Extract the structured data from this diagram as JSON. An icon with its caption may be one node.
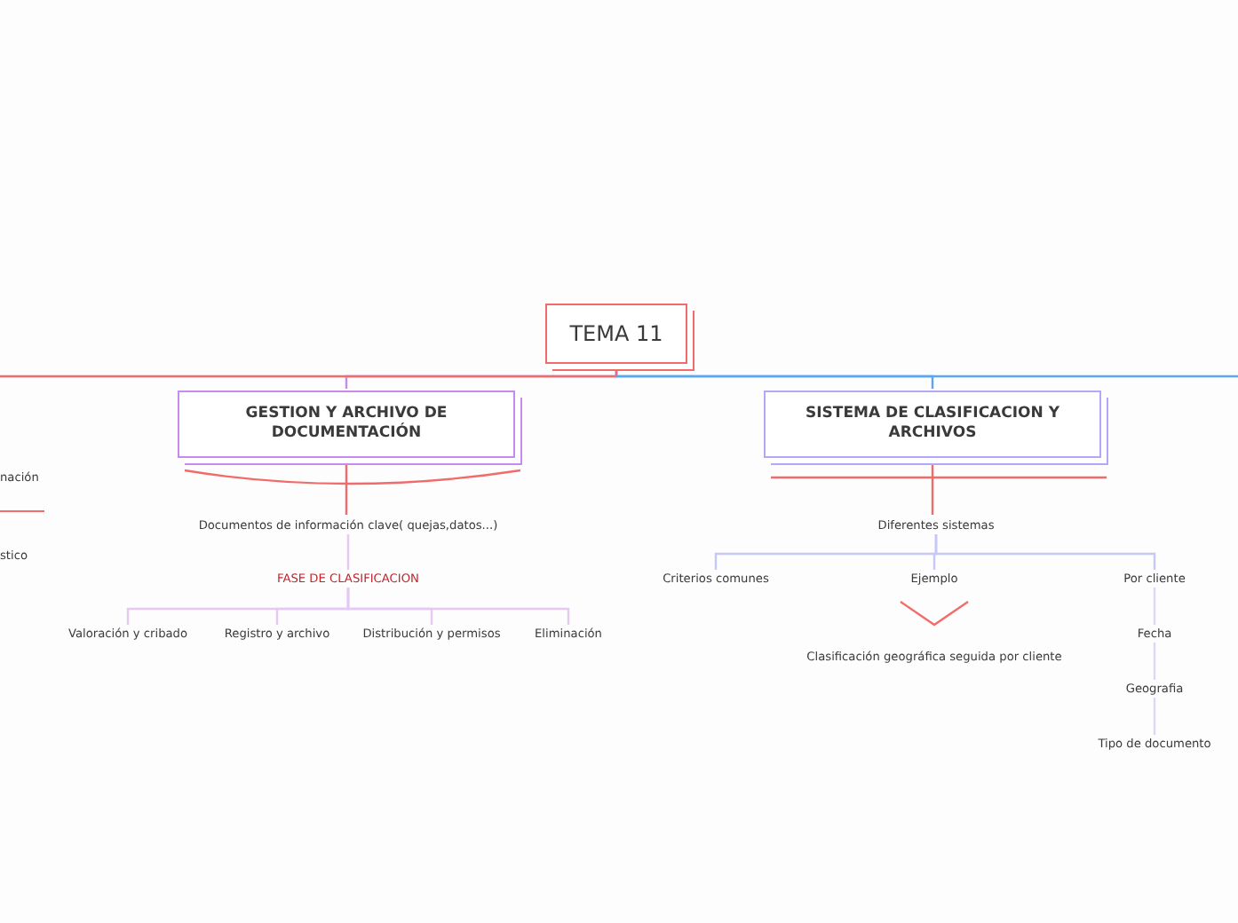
{
  "diagram": {
    "nodes": [
      {
        "text": [
          "TEMA 11"
        ]
      },
      {
        "text": [
          "GESTION Y ARCHIVO DE DOCUMENTACIÓN"
        ]
      },
      {
        "text": [
          "SISTEMA DE CLASIFICACION Y ARCHIVOS"
        ]
      },
      {
        "text": [
          "Documentos de información clave( quejas,datos...)"
        ]
      },
      {
        "text": [
          "FASE DE CLASIFICACION"
        ]
      },
      {
        "text": [
          "Valoración y cribado"
        ]
      },
      {
        "text": [
          "Registro y archivo"
        ]
      },
      {
        "text": [
          "Distribución y permisos"
        ]
      },
      {
        "text": [
          "Eliminación"
        ]
      },
      {
        "text": [
          "Diferentes sistemas"
        ]
      },
      {
        "text": [
          "Criterios comunes"
        ]
      },
      {
        "text": [
          "Ejemplo"
        ]
      },
      {
        "text": [
          "Clasificación geográfica seguida por cliente"
        ]
      },
      {
        "text": [
          "Por cliente"
        ]
      },
      {
        "text": [
          "Fecha"
        ]
      },
      {
        "text": [
          "Geografia"
        ]
      },
      {
        "text": [
          "Tipo de documento"
        ]
      }
    ],
    "edges": [
      {
        "from": 0,
        "to": 1,
        "arrow": "none",
        "color": "#c98af0"
      },
      {
        "from": 0,
        "to": 2,
        "arrow": "none",
        "color": "#5aa6f5"
      },
      {
        "from": 0,
        "to": null,
        "arrow": "none",
        "color": "#f26b6b"
      },
      {
        "from": 0,
        "to": null,
        "arrow": "none",
        "color": "#5aa6f5"
      },
      {
        "from": 1,
        "to": 3,
        "arrow": "none",
        "color": "#f26b6b"
      },
      {
        "from": 3,
        "to": 4,
        "arrow": "none",
        "color": "#e6c8f5"
      },
      {
        "from": 4,
        "to": 5,
        "arrow": "none",
        "color": "#e6c8f5"
      },
      {
        "from": 4,
        "to": 6,
        "arrow": "none",
        "color": "#e6c8f5"
      },
      {
        "from": 4,
        "to": 7,
        "arrow": "none",
        "color": "#e6c8f5"
      },
      {
        "from": 4,
        "to": 8,
        "arrow": "none",
        "color": "#e6c8f5"
      },
      {
        "from": 2,
        "to": 9,
        "arrow": "none",
        "color": "#f26b6b"
      },
      {
        "from": 9,
        "to": 10,
        "arrow": "none",
        "color": "#c8c8f7"
      },
      {
        "from": 9,
        "to": 11,
        "arrow": "none",
        "color": "#c8c8f7"
      },
      {
        "from": 9,
        "to": 13,
        "arrow": "none",
        "color": "#c8c8f7"
      },
      {
        "from": 13,
        "to": 14,
        "arrow": "none",
        "color": "#d8d8f8"
      },
      {
        "from": 14,
        "to": 15,
        "arrow": "none",
        "color": "#d8d8f8"
      },
      {
        "from": 15,
        "to": 16,
        "arrow": "none",
        "color": "#d8d8f8"
      }
    ],
    "labels": [
      "nación",
      "stico"
    ]
  }
}
